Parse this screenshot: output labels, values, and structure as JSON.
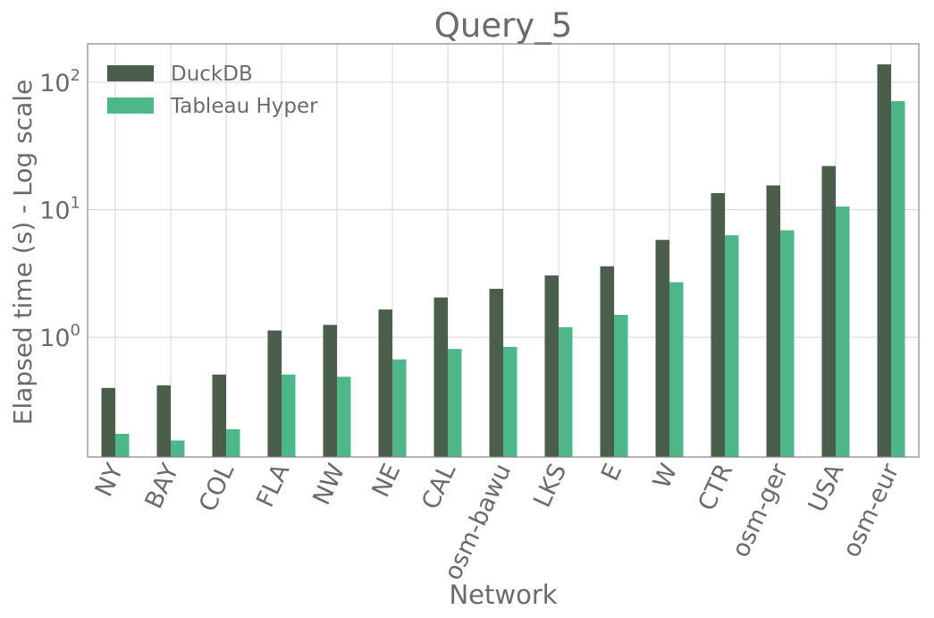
{
  "chart_data": {
    "type": "bar",
    "title": "Query_5",
    "xlabel": "Network",
    "ylabel": "Elapsed time (s) - Log scale",
    "yscale": "log",
    "ylim": [
      0.115,
      200
    ],
    "yticks": [
      {
        "value": 1,
        "base": "10",
        "exp": "0"
      },
      {
        "value": 10,
        "base": "10",
        "exp": "1"
      },
      {
        "value": 100,
        "base": "10",
        "exp": "2"
      }
    ],
    "grid": true,
    "legend_position": "top-left",
    "categories": [
      "NY",
      "BAY",
      "COL",
      "FLA",
      "NW",
      "NE",
      "CAL",
      "osm-bawu",
      "LKS",
      "E",
      "W",
      "CTR",
      "osm-ger",
      "USA",
      "osm-eur"
    ],
    "series": [
      {
        "name": "DuckDB",
        "color": "#4b5d4b",
        "values": [
          0.4,
          0.42,
          0.51,
          1.13,
          1.25,
          1.65,
          2.05,
          2.4,
          3.05,
          3.6,
          5.8,
          13.5,
          15.5,
          22.0,
          138
        ]
      },
      {
        "name": "Tableau Hyper",
        "color": "#4db789",
        "values": [
          0.175,
          0.155,
          0.19,
          0.51,
          0.49,
          0.67,
          0.81,
          0.84,
          1.2,
          1.5,
          2.7,
          6.3,
          6.9,
          10.6,
          71
        ]
      }
    ]
  }
}
